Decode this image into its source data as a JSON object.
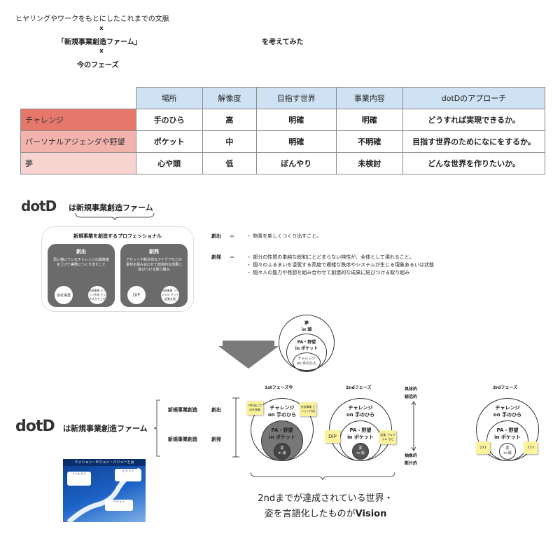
{
  "header": {
    "line1": "ヒヤリングやワークをもとにしたこれまでの文脈",
    "x1": "x",
    "line2": "「新規事業創造ファーム」",
    "x2": "x",
    "line3": "今のフェーズ",
    "right": "を考えてみた"
  },
  "table": {
    "columns": [
      "場所",
      "解像度",
      "目指す世界",
      "事業内容",
      "dotDのアプローチ"
    ],
    "rows": [
      {
        "label": "チャレンジ",
        "cells": [
          "手のひら",
          "高",
          "明確",
          "明確",
          "どうすれば実現できるか。"
        ],
        "color": "#e6776b"
      },
      {
        "label": "パーソナルアジェンダや野望",
        "cells": [
          "ポケット",
          "中",
          "明確",
          "不明確",
          "目指す世界のためになにをするか。"
        ],
        "color": "#f2b3ad"
      },
      {
        "label": "夢",
        "cells": [
          "心や頭",
          "低",
          "ぼんやり",
          "未検討",
          "どんな世界を作りたいか。"
        ],
        "color": "#f7d4d0"
      }
    ]
  },
  "logo_text": "dotD",
  "logo_suffix": "は新規事業創造ファーム",
  "pro": {
    "title": "新規事業を創造するプロフェッショナル",
    "left": {
      "title": "創出",
      "desc": "思い描いているチャレンジの解像度を上げて実際につくり出すこと",
      "c1": "自社事業",
      "c2": "共創事業 ビジョン作成 ビジネス立ち上げ"
    },
    "right": {
      "title": "創発",
      "desc": "アセットや断片的なアイデアなどの素材を組み合わせて創造的な成果に結びつける取り組み",
      "c1": "DIP",
      "c2": "共創事業 ソーシャル グッド 起業支援"
    }
  },
  "defs": {
    "term1": "創出",
    "eq1": "＝",
    "def1": "・ 物事を新しくつくり出すこと。",
    "term2": "創発",
    "eq2": "＝",
    "def2": [
      "・ 部分の性質の単純な総和にとどまらない特性が、全体として現れること。",
      "・ 個々のふるまいを凌駕する高度で複雑な秩序やシステムが生じる現象あるいは状態",
      "・ 個々人の能力や発想を組み合わせて創造的な成果に結びつける取り組み"
    ]
  },
  "venn": {
    "outer": [
      "夢",
      "in 頭"
    ],
    "mid": [
      "PA・野望",
      "in ポケット"
    ],
    "inner": [
      "チャレンジ",
      "on 手のひら"
    ]
  },
  "rows": {
    "r1a": "新規事業創造",
    "r1b": "創出",
    "r2a": "新規事業創造",
    "r2b": "創発"
  },
  "phases": [
    {
      "title": "1stフェーズ今",
      "outer": [
        "チャレンジ",
        "on 手のひら"
      ],
      "mid": [
        "PA・野望",
        "in ポケット"
      ],
      "inner": [
        "夢",
        "in 頭"
      ],
      "notes": [
        "YKE強い力 自社事業",
        "共創事業 ビジョン作成"
      ]
    },
    {
      "title": "2ndフェーズ",
      "outer": [
        "チャレンジ",
        "on 手のひら"
      ],
      "mid": [
        "PA・野望",
        "in ポケット"
      ],
      "inner": [
        "夢",
        "in 頭"
      ],
      "notes": [
        "DIP",
        "起業 プログラム など"
      ]
    },
    {
      "title": "3rdフェーズ",
      "outer": [
        "チャレンジ",
        "on 手のひら"
      ],
      "mid": [
        "PA・野望",
        "in ポケット"
      ],
      "inner": [
        "夢",
        "in 頭"
      ],
      "notes": [
        "???",
        "???"
      ]
    }
  ],
  "axis": {
    "top1": "具体的",
    "top2": "総括的",
    "bot1": "抽象的",
    "bot2": "断片的"
  },
  "vision_line1": "2ndまでが達成されている世界・",
  "vision_line2a": "姿を言語化したものが",
  "vision_line2b": "Vision",
  "thumb": {
    "title": "ミッション・ビジョン・バリューとは",
    "m": "ミッション",
    "v": "ビジョン",
    "va": "バリュー"
  }
}
